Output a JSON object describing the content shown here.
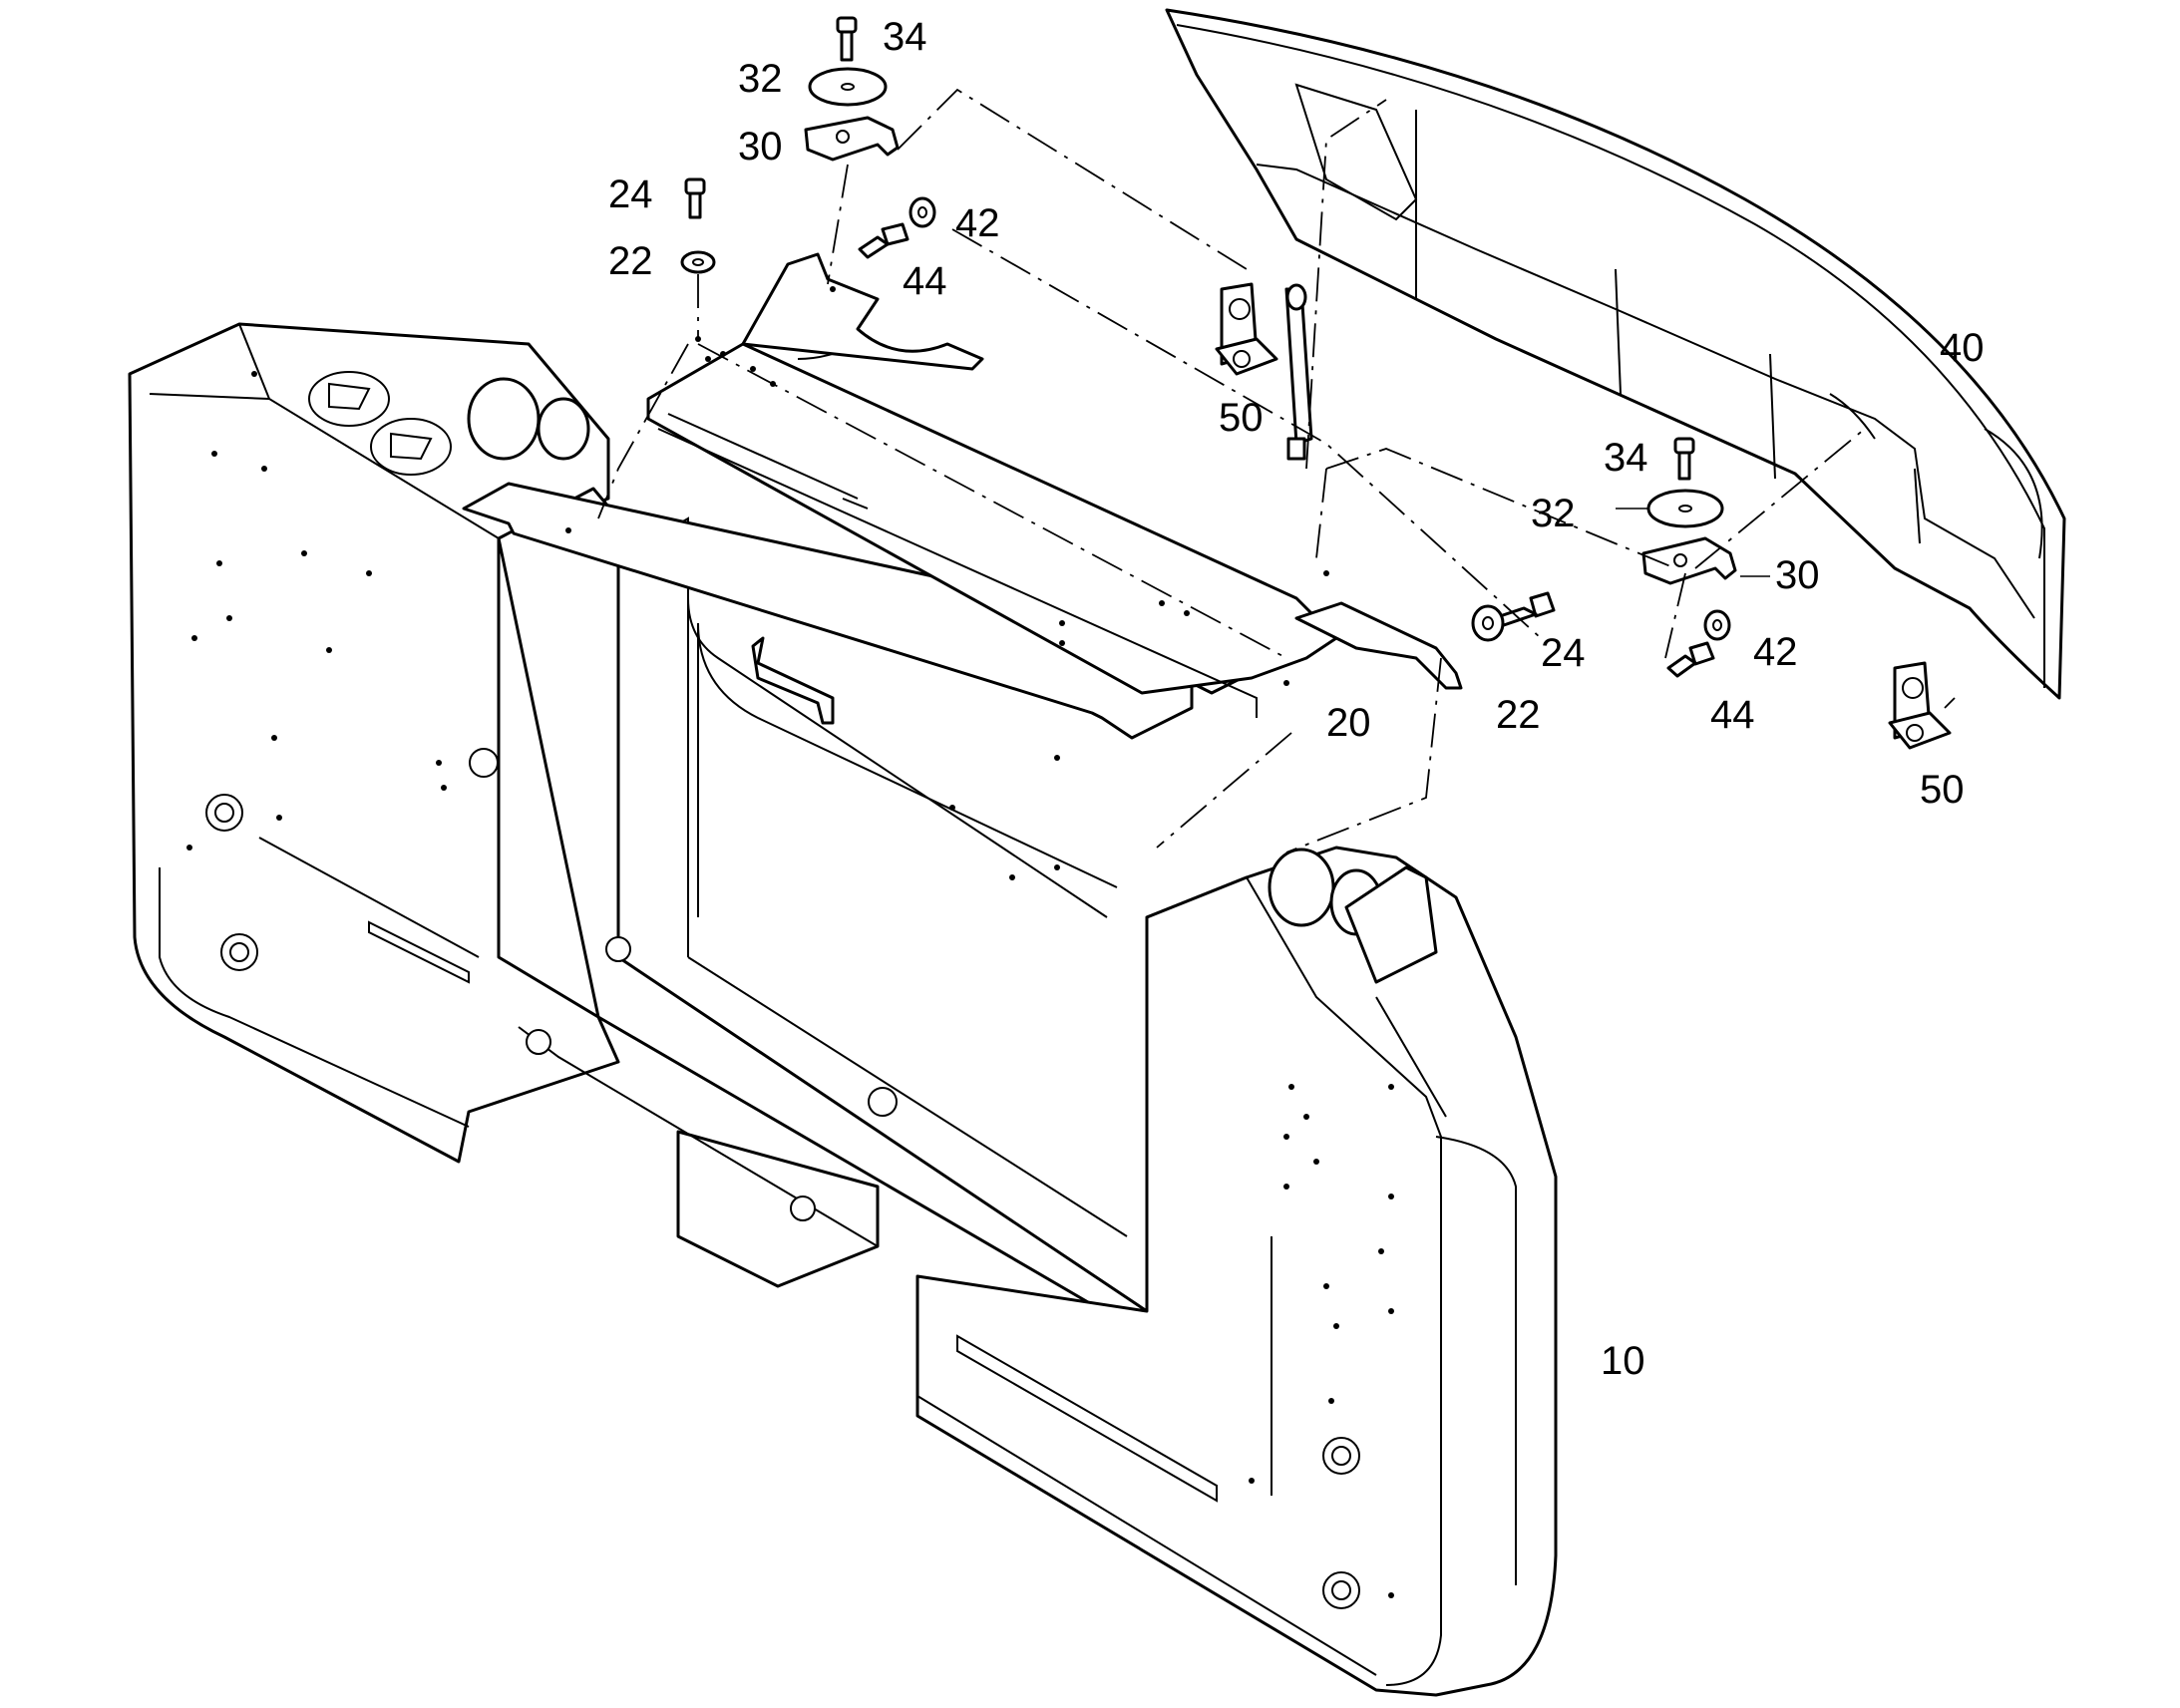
{
  "callouts": {
    "c10": "10",
    "c20": "20",
    "c22a": "22",
    "c22b": "22",
    "c24a": "24",
    "c24b": "24",
    "c30a": "30",
    "c30b": "30",
    "c32a": "32",
    "c32b": "32",
    "c34a": "34",
    "c34b": "34",
    "c40": "40",
    "c42a": "42",
    "c42b": "42",
    "c44a": "44",
    "c44b": "44",
    "c50a": "50",
    "c50b": "50"
  },
  "colors": {
    "line": "#000000",
    "background": "#ffffff"
  }
}
